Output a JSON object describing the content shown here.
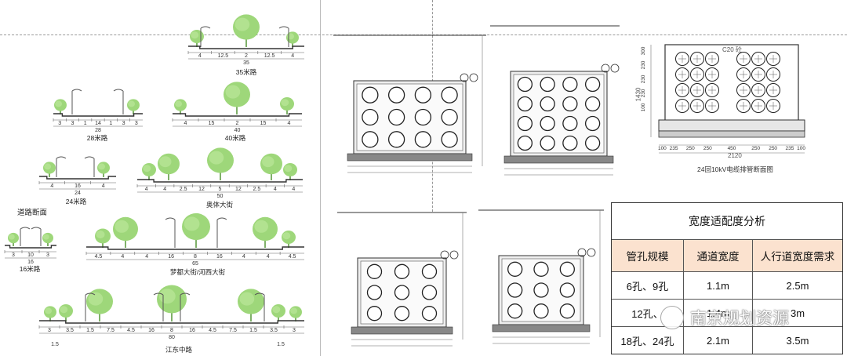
{
  "left_panel": {
    "section_title": "道路断面",
    "roads": [
      {
        "name": "35米路",
        "segments": [
          "4",
          "12.5",
          "2",
          "12.5",
          "4"
        ],
        "total": "35"
      },
      {
        "name": "28米路",
        "segments": [
          "3",
          "3",
          "1",
          "14",
          "1",
          "3",
          "3"
        ],
        "total": "28"
      },
      {
        "name": "40米路",
        "segments": [
          "4",
          "15",
          "2",
          "15",
          "4"
        ],
        "total": "40"
      },
      {
        "name": "24米路",
        "segments": [
          "4",
          "16",
          "4"
        ],
        "total": "24"
      },
      {
        "name": "奥体大街",
        "segments": [
          "4",
          "4",
          "2.5",
          "12",
          "5",
          "12",
          "2.5",
          "4",
          "4"
        ],
        "total": "50"
      },
      {
        "name": "16米路",
        "segments": [
          "3",
          "10",
          "3"
        ],
        "total": "16"
      },
      {
        "name": "梦都大街/河西大街",
        "segments": [
          "4.5",
          "4",
          "4",
          "16",
          "8",
          "16",
          "4",
          "4",
          "4.5"
        ],
        "total": "65"
      },
      {
        "name": "江东中路",
        "segments": [
          "3",
          "3.5",
          "1.5",
          "7.5",
          "4.5",
          "16",
          "8",
          "16",
          "4.5",
          "7.5",
          "1.5",
          "3.5",
          "3"
        ],
        "total": "80",
        "sub": [
          "1.5",
          "1.5"
        ]
      }
    ]
  },
  "detail": {
    "caption": "24回10kV电缆排管断面图",
    "dims_top": [
      "300",
      "230",
      "230",
      "230",
      "100"
    ],
    "dims_total_v": "1430",
    "dims_bottom": [
      "100",
      "235",
      "250",
      "250",
      "450",
      "250",
      "250",
      "235",
      "100"
    ],
    "total_width": "2120",
    "label_c20": "C20 砼"
  },
  "table": {
    "title": "宽度适配度分析",
    "headers": [
      "管孔规模",
      "通道宽度",
      "人行道宽度需求"
    ],
    "rows": [
      [
        "6孔、9孔",
        "1.1m",
        "2.5m"
      ],
      [
        "12孔、",
        "1.4m",
        "3m"
      ],
      [
        "18孔、24孔",
        "2.1m",
        "3.5m"
      ]
    ]
  },
  "watermark": "南京规划资源"
}
